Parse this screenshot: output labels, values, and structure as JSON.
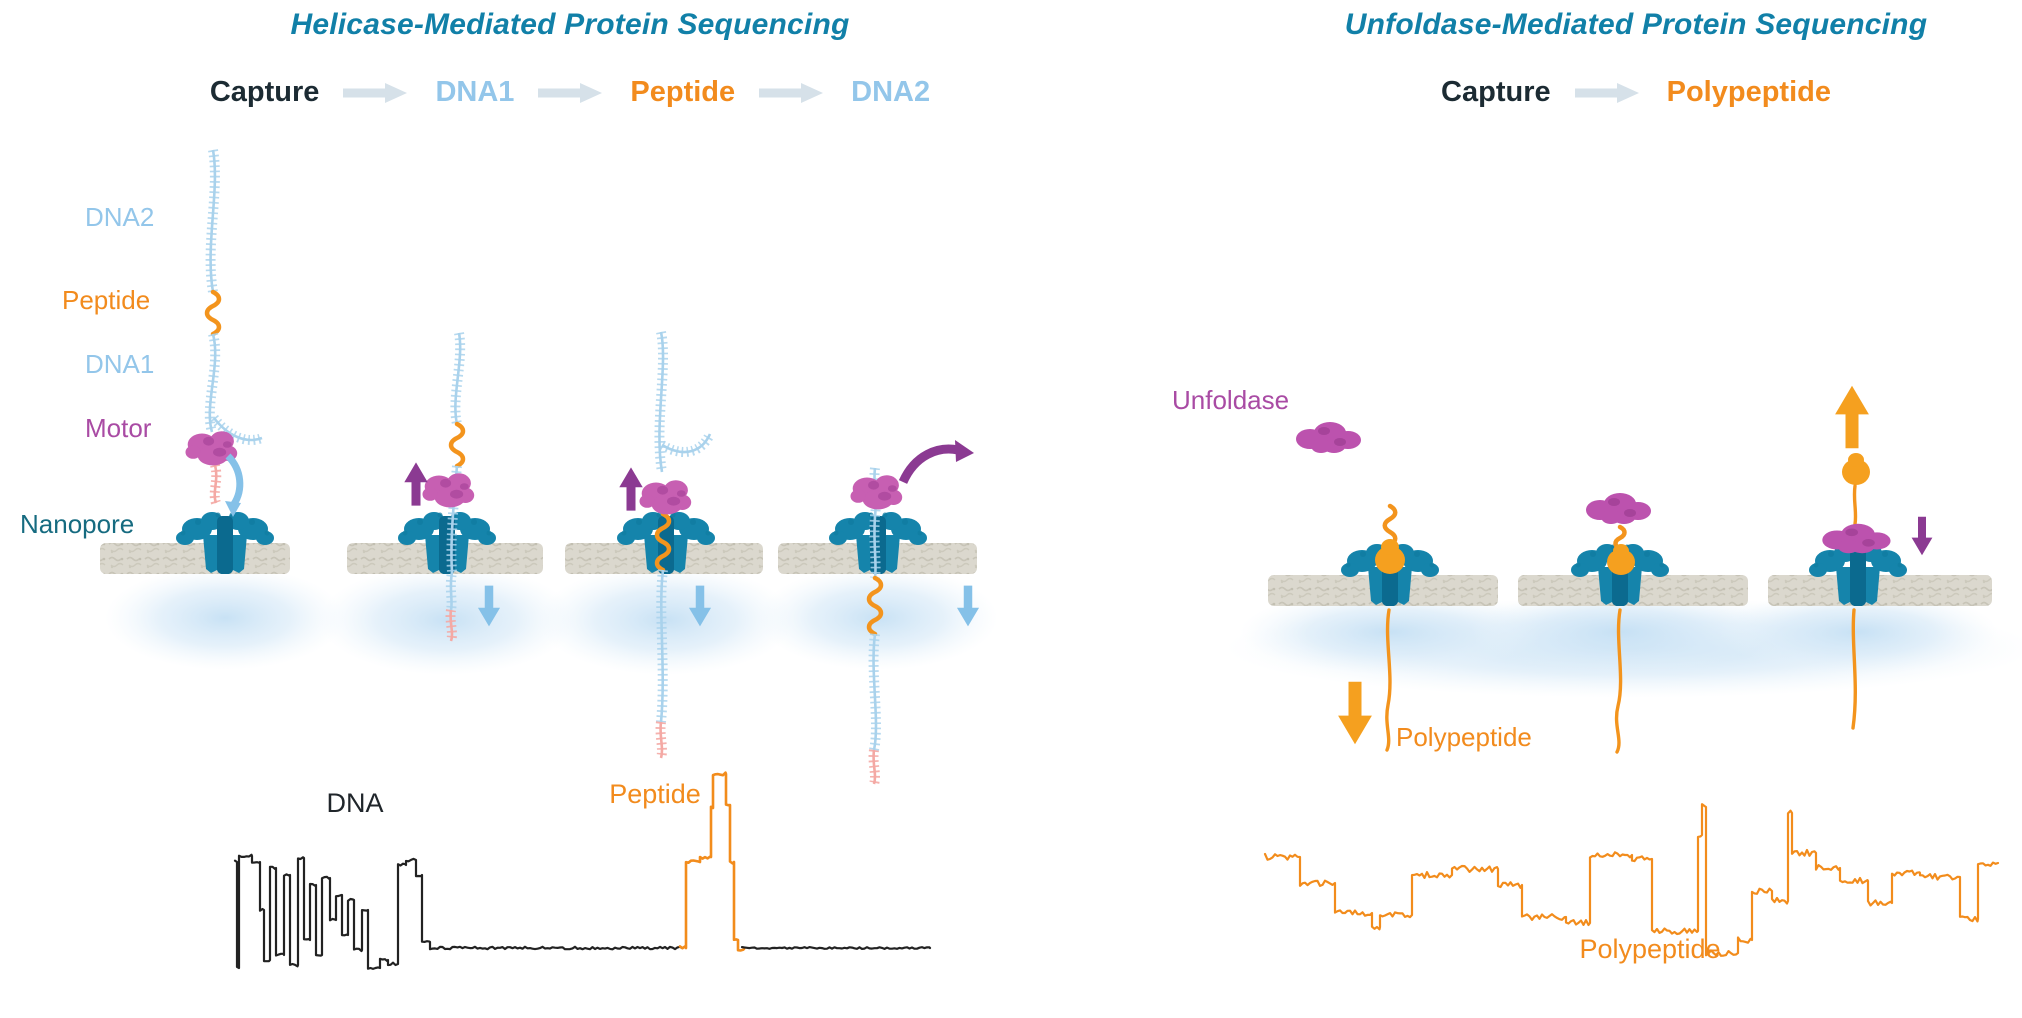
{
  "colors": {
    "title_teal": "#1180A8",
    "capture_dark": "#1C2B33",
    "dna_blue": "#93C6EA",
    "orange": "#F28B1D",
    "motor_magenta": "#C75FB2",
    "purple_label": "#A94BA4",
    "block_arrow_purple": "#8B3A92",
    "nanopore_teal": "#1584AB",
    "nanopore_label_teal": "#166B80",
    "membrane_gray": "#DBD8CE",
    "flow_arrow_gray": "#D6E1E9",
    "soft_blue_arrow": "#85C1E8",
    "trace_black": "#222222"
  },
  "left_panel": {
    "title": "Helicase-Mediated Protein Sequencing",
    "flow": {
      "steps": [
        {
          "label": "Capture"
        },
        {
          "label": "DNA1"
        },
        {
          "label": "Peptide"
        },
        {
          "label": "DNA2"
        }
      ]
    },
    "labels": {
      "dna2": "DNA2",
      "peptide": "Peptide",
      "dna1": "DNA1",
      "motor": "Motor",
      "nanopore": "Nanopore"
    },
    "trace": {
      "dna_label": "DNA",
      "peptide_label": "Peptide",
      "black_lead": [
        [
          5,
          7,
          112
        ],
        [
          7,
          9,
          218
        ],
        [
          9,
          22,
          106
        ],
        [
          22,
          30,
          112
        ],
        [
          30,
          34,
          160
        ],
        [
          34,
          40,
          210
        ],
        [
          40,
          46,
          118
        ],
        [
          46,
          54,
          205
        ],
        [
          54,
          60,
          125
        ],
        [
          60,
          68,
          215
        ],
        [
          68,
          74,
          108
        ],
        [
          74,
          80,
          190
        ],
        [
          80,
          86,
          135
        ],
        [
          86,
          92,
          205
        ],
        [
          92,
          100,
          128
        ],
        [
          100,
          106,
          170
        ],
        [
          106,
          112,
          145
        ],
        [
          112,
          118,
          185
        ],
        [
          118,
          124,
          150
        ],
        [
          124,
          132,
          200
        ],
        [
          132,
          138,
          160
        ],
        [
          138,
          150,
          218
        ],
        [
          150,
          158,
          210
        ],
        [
          158,
          168,
          214
        ],
        [
          168,
          176,
          115
        ],
        [
          176,
          186,
          110
        ],
        [
          186,
          192,
          125
        ],
        [
          192,
          200,
          192
        ],
        [
          200,
          452,
          198
        ]
      ],
      "peptide_peak": [
        [
          450,
          456,
          198
        ],
        [
          456,
          470,
          112
        ],
        [
          470,
          481,
          107
        ],
        [
          481,
          483,
          58
        ],
        [
          483,
          496,
          24
        ],
        [
          496,
          500,
          55
        ],
        [
          500,
          504,
          112
        ],
        [
          504,
          508,
          190
        ],
        [
          508,
          514,
          199
        ]
      ],
      "black_tail": [
        [
          512,
          700,
          198
        ]
      ]
    }
  },
  "right_panel": {
    "title": "Unfoldase-Mediated Protein Sequencing",
    "flow": {
      "steps": [
        {
          "label": "Capture"
        },
        {
          "label": "Polypeptide"
        }
      ]
    },
    "labels": {
      "unfoldase": "Unfoldase",
      "polypeptide": "Polypeptide"
    },
    "trace": {
      "label": "Polypeptide",
      "segments": [
        [
          5,
          40,
          62
        ],
        [
          40,
          75,
          88
        ],
        [
          75,
          112,
          118
        ],
        [
          112,
          120,
          132
        ],
        [
          120,
          152,
          120
        ],
        [
          152,
          192,
          80
        ],
        [
          192,
          238,
          74
        ],
        [
          238,
          262,
          90
        ],
        [
          262,
          306,
          122
        ],
        [
          306,
          330,
          128
        ],
        [
          330,
          372,
          60
        ],
        [
          372,
          392,
          64
        ],
        [
          392,
          438,
          136
        ],
        [
          438,
          442,
          40
        ],
        [
          442,
          446,
          12
        ],
        [
          446,
          478,
          158
        ],
        [
          478,
          492,
          145
        ],
        [
          492,
          512,
          96
        ],
        [
          512,
          528,
          106
        ],
        [
          528,
          532,
          18
        ],
        [
          532,
          556,
          58
        ],
        [
          556,
          580,
          73
        ],
        [
          580,
          608,
          86
        ],
        [
          608,
          632,
          108
        ],
        [
          632,
          660,
          78
        ],
        [
          660,
          700,
          82
        ],
        [
          700,
          718,
          124
        ],
        [
          718,
          738,
          68
        ]
      ]
    }
  }
}
